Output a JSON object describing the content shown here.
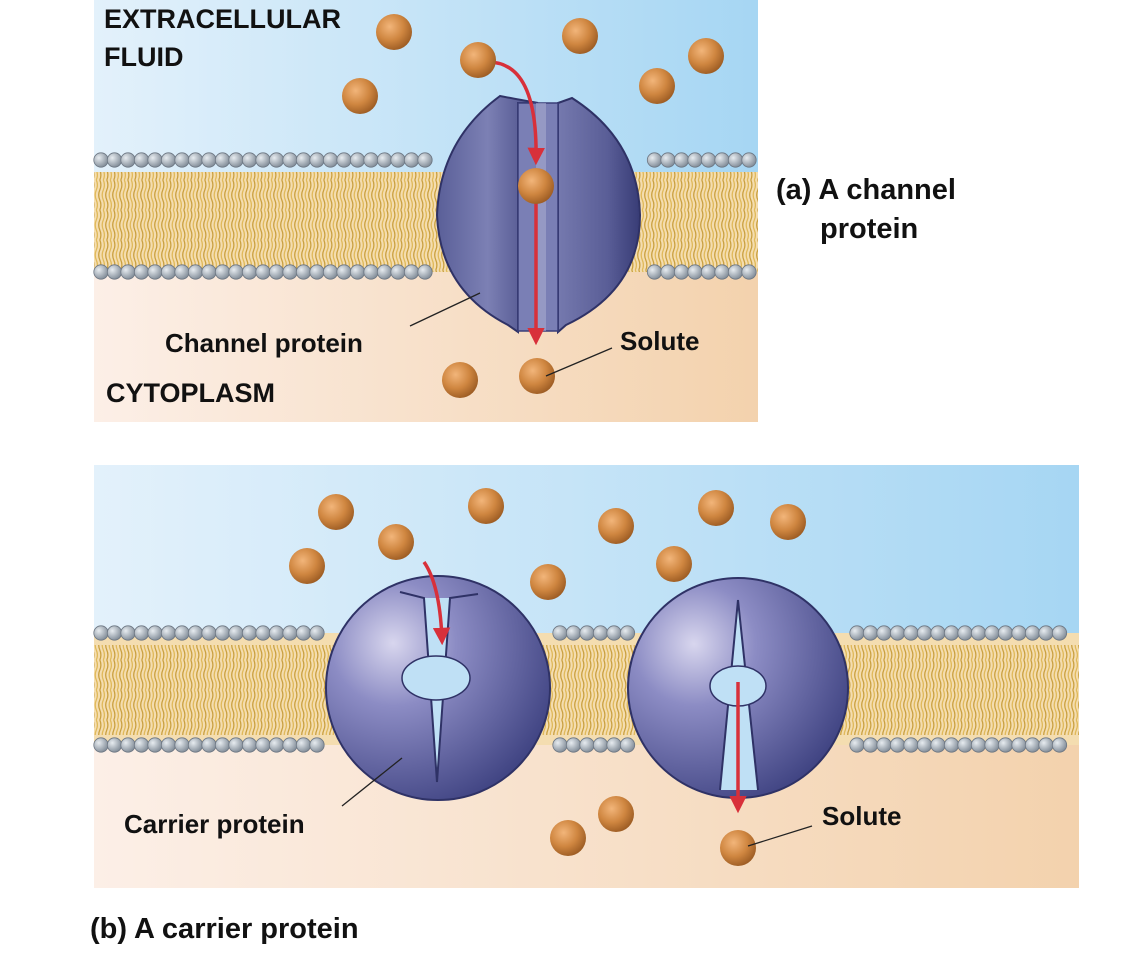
{
  "panel_a": {
    "region_top": "EXTRACELLULAR",
    "region_top_2": "FLUID",
    "region_bottom": "CYTOPLASM",
    "protein_label": "Channel protein",
    "solute_label": "Solute",
    "caption_line1": "(a) A channel",
    "caption_line2": "protein"
  },
  "panel_b": {
    "protein_label": "Carrier protein",
    "solute_label": "Solute",
    "caption": "(b) A carrier protein"
  },
  "colors": {
    "extracellular": "#a9d8f3",
    "cytoplasm": "#f5d6b4",
    "phospholipid_head": "#8f9aa6",
    "lipid_tail": "#d9a93c",
    "protein": "#4a4f8f",
    "solute": "#c97f3a",
    "arrow": "#d8303a"
  },
  "icons": {
    "solute": "solute-molecule-icon",
    "arrow": "transport-arrow-icon"
  }
}
